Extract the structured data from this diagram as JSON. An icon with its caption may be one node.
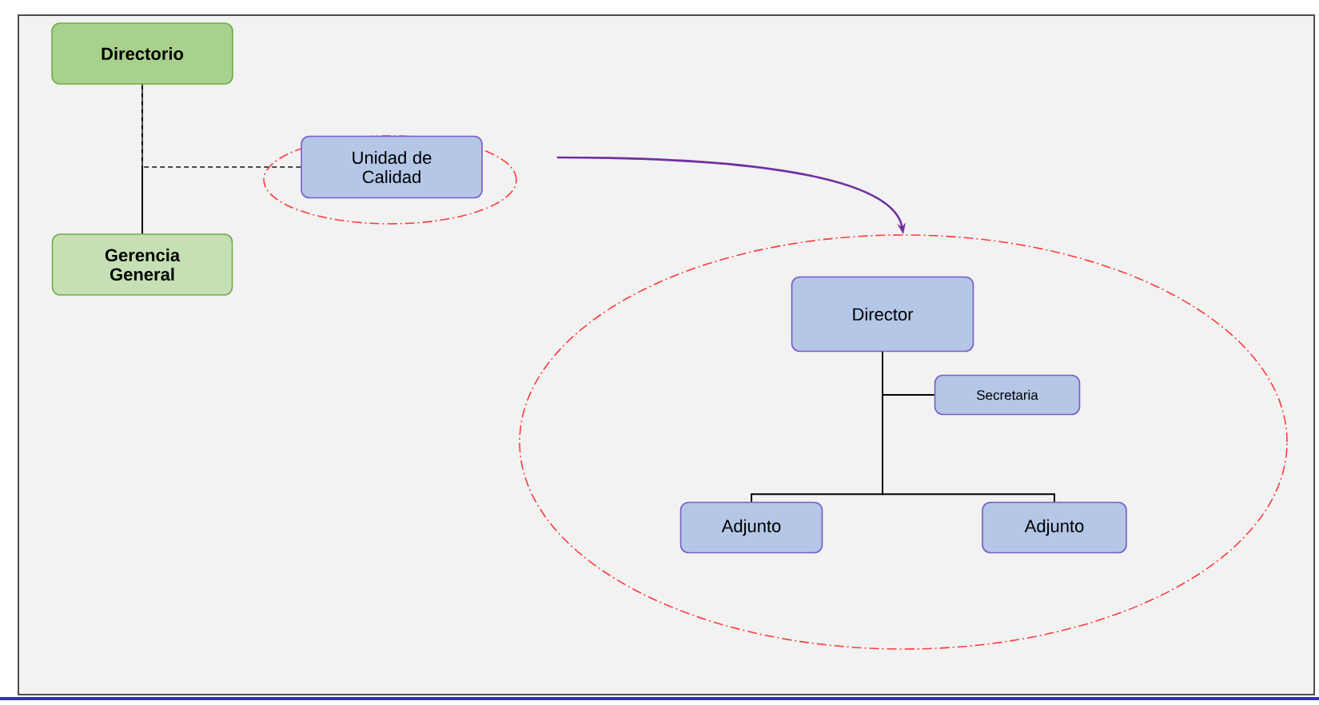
{
  "diagram": {
    "nodes": [
      {
        "text": [
          "Directorio"
        ]
      },
      {
        "text": [],
        "shape": "ellipse"
      },
      {
        "text": [
          "Unidad de Calidad"
        ],
        "in": 1
      },
      {
        "text": [
          "Gerencia General"
        ]
      },
      {
        "text": [],
        "shape": "ellipse"
      },
      {
        "text": [
          "Director"
        ],
        "in": 4
      },
      {
        "text": [
          "Secretaria"
        ],
        "in": 4
      },
      {
        "text": [
          "Adjunto"
        ],
        "in": 4
      },
      {
        "text": [
          "Adjunto"
        ],
        "in": 4
      }
    ],
    "edges": [
      {
        "from": 0,
        "to": 3,
        "arrow": "none"
      },
      {
        "from": 2,
        "to": 0,
        "arrow": "none",
        "style": "dashed"
      },
      {
        "from": 1,
        "to": 4,
        "arrow": "to",
        "color": "#7030a0"
      },
      {
        "from": 5,
        "to": 6,
        "arrow": "none"
      },
      {
        "from": 5,
        "to": 7,
        "arrow": "none"
      },
      {
        "from": 5,
        "to": 8,
        "arrow": "none"
      }
    ]
  }
}
